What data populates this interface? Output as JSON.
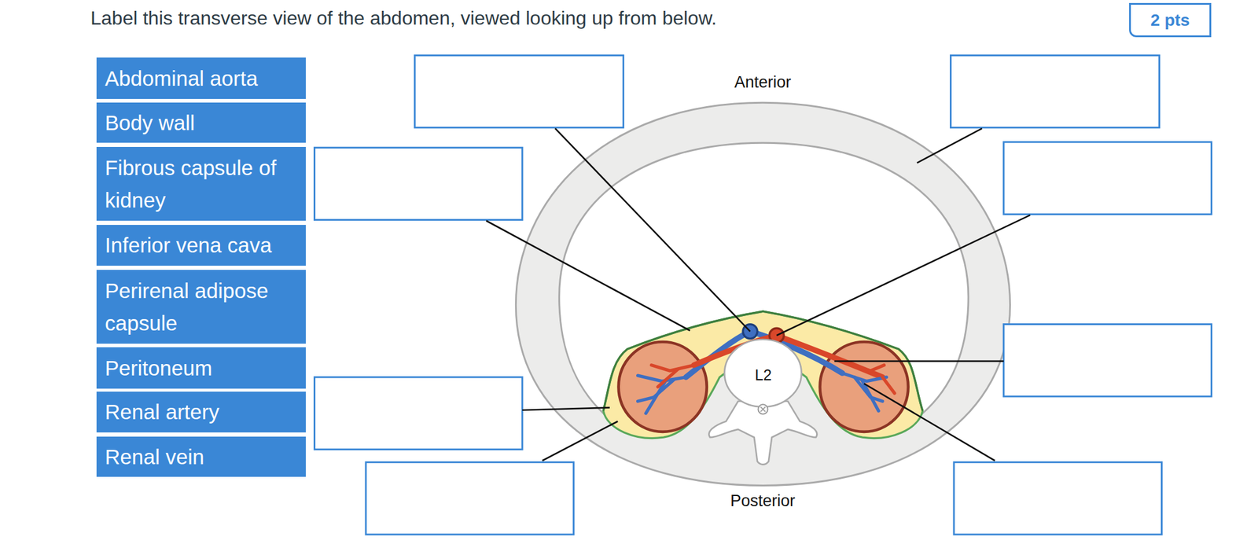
{
  "diagram": {
    "title": "Label this transverse view of the abdomen, viewed looking up from below.",
    "nodes": [
      {
        "text": [
          "2 pts"
        ]
      },
      {
        "text": [
          "Abdominal aorta"
        ]
      },
      {
        "text": [
          "Body wall"
        ]
      },
      {
        "text": [
          "Fibrous capsule of kidney"
        ]
      },
      {
        "text": [
          "Inferior vena cava"
        ]
      },
      {
        "text": [
          "Perirenal adipose capsule"
        ]
      },
      {
        "text": [
          "Peritoneum"
        ]
      },
      {
        "text": [
          "Renal artery"
        ]
      },
      {
        "text": [
          "Renal vein"
        ]
      }
    ],
    "labels": [
      "Anterior",
      "L2",
      "Posterior"
    ]
  }
}
